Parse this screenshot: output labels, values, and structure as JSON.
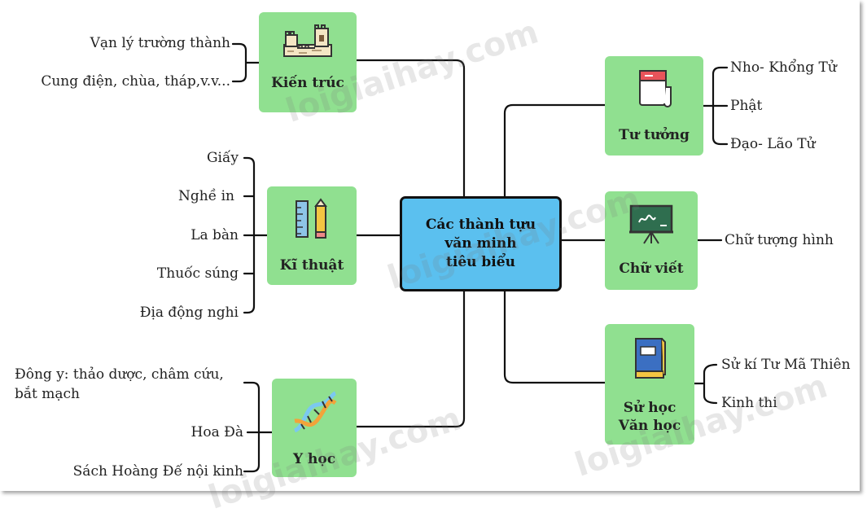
{
  "center": {
    "text": "Các thành tựu\nvăn minh\ntiêu biểu"
  },
  "branches": {
    "kien_truc": {
      "label": "Kiến trúc",
      "icon": "great-wall-icon",
      "items": [
        "Vạn lý trường thành",
        "Cung điện, chùa, tháp,v.v..."
      ]
    },
    "ki_thuat": {
      "label": "Kĩ thuật",
      "icon": "ruler-pencil-icon",
      "items": [
        "Giấy",
        "Nghề in",
        "La bàn",
        "Thuốc súng",
        "Địa động nghi"
      ]
    },
    "y_hoc": {
      "label": "Y học",
      "icon": "dna-icon",
      "items": [
        "Đông y: thảo dược, châm cứu, bắt mạch",
        "Hoa Đà",
        "Sách Hoàng Đế nội  kinh"
      ]
    },
    "tu_tuong": {
      "label": "Tư tưởng",
      "icon": "scroll-icon",
      "items": [
        "Nho- Khổng Tử",
        "Phật",
        "Đạo- Lão Tử"
      ]
    },
    "chu_viet": {
      "label": "Chữ viết",
      "icon": "chalkboard-icon",
      "items": [
        "Chữ tượng hình"
      ]
    },
    "su_hoc": {
      "label": "Sử học\nVăn học",
      "icon": "book-icon",
      "items": [
        "Sử kí Tư Mã Thiên",
        "Kinh thi"
      ]
    }
  },
  "colors": {
    "center": "#5bc0ef",
    "branch_box": "#90e090",
    "line": "#111111"
  },
  "watermark": "loigiaihay.com"
}
